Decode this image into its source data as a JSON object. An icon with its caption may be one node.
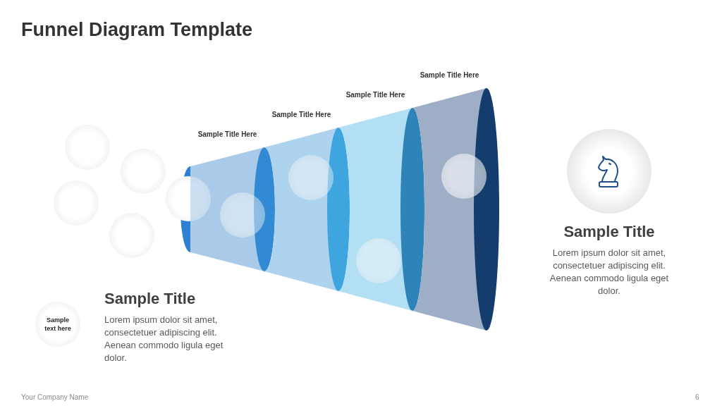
{
  "diagram": {
    "title": "Funnel Diagram Template",
    "nodes": [
      {
        "text": [],
        "shape": "circle"
      },
      {
        "text": [],
        "shape": "circle"
      },
      {
        "text": [],
        "shape": "circle"
      },
      {
        "text": [],
        "shape": "circle"
      },
      {
        "text": [],
        "shape": "circle"
      },
      {
        "text": [
          "Sample Title Here"
        ]
      },
      {
        "text": [],
        "shape": "circle",
        "in": 5
      },
      {
        "text": [
          "Sample Title Here"
        ]
      },
      {
        "text": [],
        "shape": "circle",
        "in": 7
      },
      {
        "text": [
          "Sample Title Here"
        ]
      },
      {
        "text": [],
        "shape": "circle",
        "in": 9
      },
      {
        "text": [
          "Sample Title Here"
        ]
      },
      {
        "text": [],
        "shape": "circle",
        "in": 11
      },
      {
        "text": [],
        "shape": "circle",
        "beside": [
          "Sample Title",
          "Lorem ipsum dolor sit amet, consectetuer adipiscing elit. Aenean commodo ligula eget dolor."
        ]
      },
      {
        "text": [
          "Sample text here"
        ],
        "beside": [
          "Sample Title",
          "Lorem ipsum dolor sit amet, consectetuer adipiscing elit. Aenean commodo ligula eget dolor."
        ]
      }
    ],
    "labels": [
      "Your Company Name",
      "6"
    ]
  }
}
